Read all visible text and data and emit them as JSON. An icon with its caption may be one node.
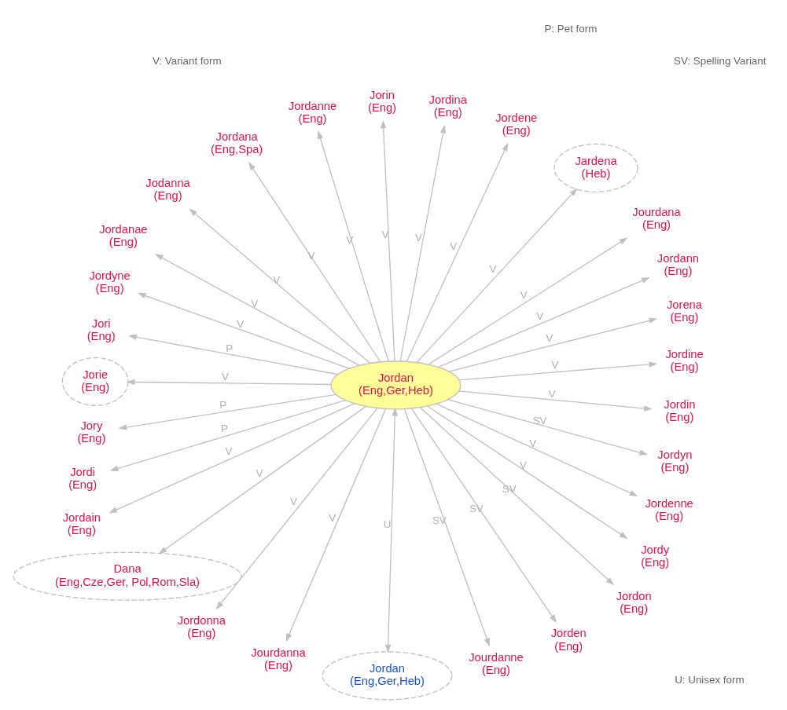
{
  "diagram": {
    "nodes": [
      {
        "text": [
          "Jordan",
          "(Eng,Ger,Heb)"
        ]
      },
      {
        "text": [
          "Jordine",
          "(Eng)"
        ]
      },
      {
        "text": [
          "Jorena",
          "(Eng)"
        ]
      },
      {
        "text": [
          "Jordann",
          "(Eng)"
        ]
      },
      {
        "text": [
          "Jourdana",
          "(Eng)"
        ]
      },
      {
        "text": [
          "Jardena",
          "(Heb)"
        ]
      },
      {
        "text": [
          "Jordene",
          "(Eng)"
        ]
      },
      {
        "text": [
          "Jordina",
          "(Eng)"
        ]
      },
      {
        "text": [
          "Jorin",
          "(Eng)"
        ]
      },
      {
        "text": [
          "Jordanne",
          "(Eng)"
        ]
      },
      {
        "text": [
          "Jordana",
          "(Eng,Spa)"
        ]
      },
      {
        "text": [
          "Jodanna",
          "(Eng)"
        ]
      },
      {
        "text": [
          "Jordanae",
          "(Eng)"
        ]
      },
      {
        "text": [
          "Jordyne",
          "(Eng)"
        ]
      },
      {
        "text": [
          "Jori",
          "(Eng)"
        ]
      },
      {
        "text": [
          "Jorie",
          "(Eng)"
        ]
      },
      {
        "text": [
          "Jory",
          "(Eng)"
        ]
      },
      {
        "text": [
          "Jordi",
          "(Eng)"
        ]
      },
      {
        "text": [
          "Jordain",
          "(Eng)"
        ]
      },
      {
        "text": [
          "Dana",
          "(Eng,Cze,Ger, Pol,Rom,Sla)"
        ]
      },
      {
        "text": [
          "Jordonna",
          "(Eng)"
        ]
      },
      {
        "text": [
          "Jourdanna",
          "(Eng)"
        ]
      },
      {
        "text": [
          "Jordan",
          "(Eng,Ger,Heb)"
        ]
      },
      {
        "text": [
          "Jourdanne",
          "(Eng)"
        ]
      },
      {
        "text": [
          "Jorden",
          "(Eng)"
        ]
      },
      {
        "text": [
          "Jordon",
          "(Eng)"
        ]
      },
      {
        "text": [
          "Jordy",
          "(Eng)"
        ]
      },
      {
        "text": [
          "Jordenne",
          "(Eng)"
        ]
      },
      {
        "text": [
          "Jordyn",
          "(Eng)"
        ]
      },
      {
        "text": [
          "Jordin",
          "(Eng)"
        ]
      }
    ],
    "edges": [
      {
        "from": 0,
        "to": 1,
        "arrow": "to",
        "label": "V"
      },
      {
        "from": 0,
        "to": 2,
        "arrow": "to",
        "label": "V"
      },
      {
        "from": 0,
        "to": 3,
        "arrow": "to",
        "label": "V"
      },
      {
        "from": 0,
        "to": 4,
        "arrow": "to",
        "label": "V"
      },
      {
        "from": 0,
        "to": 5,
        "arrow": "to",
        "label": "V"
      },
      {
        "from": 0,
        "to": 6,
        "arrow": "to",
        "label": "V"
      },
      {
        "from": 0,
        "to": 7,
        "arrow": "to",
        "label": "V"
      },
      {
        "from": 0,
        "to": 8,
        "arrow": "to",
        "label": "V"
      },
      {
        "from": 0,
        "to": 9,
        "arrow": "to",
        "label": "V"
      },
      {
        "from": 0,
        "to": 10,
        "arrow": "to",
        "label": "V"
      },
      {
        "from": 0,
        "to": 11,
        "arrow": "to",
        "label": "V"
      },
      {
        "from": 0,
        "to": 12,
        "arrow": "to",
        "label": "V"
      },
      {
        "from": 0,
        "to": 13,
        "arrow": "to",
        "label": "V"
      },
      {
        "from": 0,
        "to": 14,
        "arrow": "to",
        "label": "P"
      },
      {
        "from": 0,
        "to": 15,
        "arrow": "to",
        "label": "V"
      },
      {
        "from": 0,
        "to": 16,
        "arrow": "to",
        "label": "P"
      },
      {
        "from": 0,
        "to": 17,
        "arrow": "to",
        "label": "P"
      },
      {
        "from": 0,
        "to": 18,
        "arrow": "to",
        "label": "V"
      },
      {
        "from": 0,
        "to": 19,
        "arrow": "to",
        "label": "V"
      },
      {
        "from": 0,
        "to": 20,
        "arrow": "to",
        "label": "V"
      },
      {
        "from": 0,
        "to": 21,
        "arrow": "to",
        "label": "V"
      },
      {
        "from": 0,
        "to": 22,
        "arrow": "both",
        "label": "U"
      },
      {
        "from": 0,
        "to": 23,
        "arrow": "to",
        "label": "SV"
      },
      {
        "from": 0,
        "to": 24,
        "arrow": "to",
        "label": "SV"
      },
      {
        "from": 0,
        "to": 25,
        "arrow": "to",
        "label": "SV"
      },
      {
        "from": 0,
        "to": 26,
        "arrow": "to",
        "label": "V"
      },
      {
        "from": 0,
        "to": 27,
        "arrow": "to",
        "label": "V"
      },
      {
        "from": 0,
        "to": 28,
        "arrow": "to",
        "label": "SV"
      },
      {
        "from": 0,
        "to": 29,
        "arrow": "to",
        "label": "V"
      }
    ],
    "labels": [
      "P: Pet form",
      "SV: Spelling Variant",
      "V: Variant form",
      "U: Unisex form"
    ]
  }
}
